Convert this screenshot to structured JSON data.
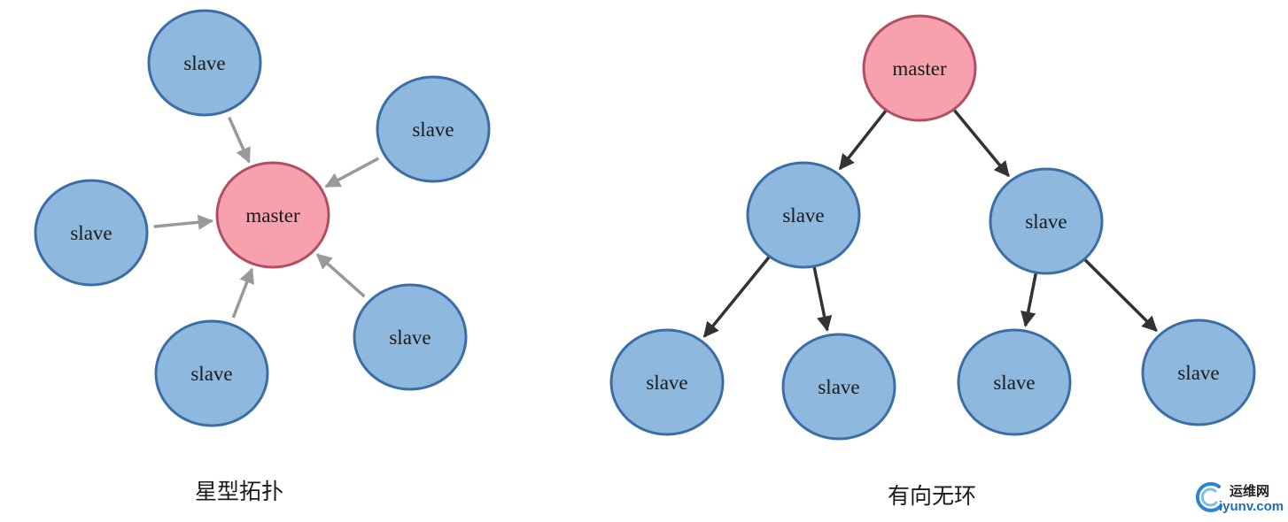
{
  "diagrams": {
    "star": {
      "caption": "星型拓扑",
      "center": {
        "label": "master"
      },
      "nodes": [
        {
          "label": "slave"
        },
        {
          "label": "slave"
        },
        {
          "label": "slave"
        },
        {
          "label": "slave"
        },
        {
          "label": "slave"
        }
      ],
      "edges": "all slaves point to master"
    },
    "dag": {
      "caption": "有向无环",
      "root": {
        "label": "master"
      },
      "level1": [
        {
          "label": "slave"
        },
        {
          "label": "slave"
        }
      ],
      "level2": [
        {
          "label": "slave"
        },
        {
          "label": "slave"
        },
        {
          "label": "slave"
        },
        {
          "label": "slave"
        }
      ]
    }
  },
  "colors": {
    "slave_fill": "#8fb8df",
    "slave_stroke": "#3a6ea5",
    "master_fill": "#f7a1ae",
    "master_stroke": "#b04f62",
    "star_arrow": "#999999",
    "dag_arrow": "#333333"
  },
  "watermark": {
    "name_cn": "运维网",
    "site": "iyunv.com"
  }
}
